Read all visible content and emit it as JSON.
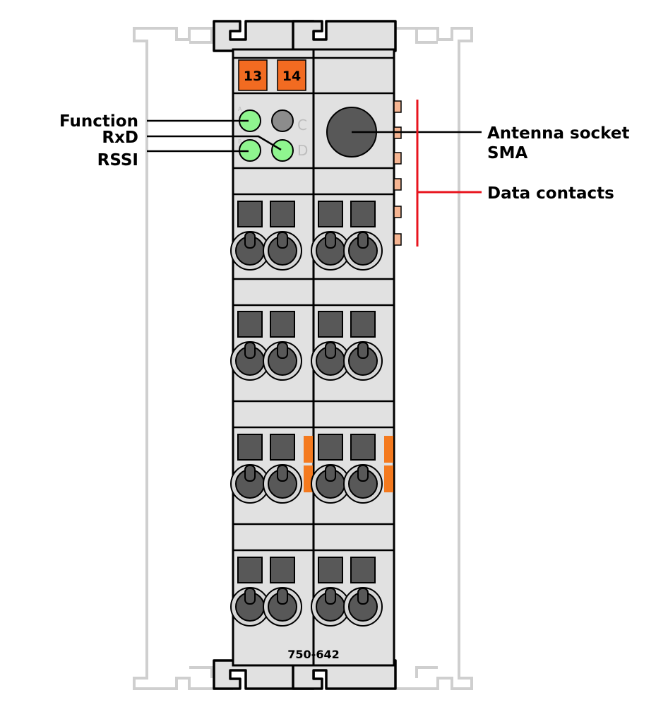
{
  "device": {
    "part_number": "750-642",
    "slot_numbers": [
      "13",
      "14"
    ],
    "led_letters": [
      "C",
      "D"
    ],
    "led_small_letters": [
      "A",
      "B"
    ]
  },
  "callouts": {
    "function": "Function",
    "rxd": "RxD",
    "rssi": "RSSI",
    "antenna_line1": "Antenna socket",
    "antenna_line2": "SMA",
    "data_contacts": "Data contacts"
  },
  "colors": {
    "housing": "#e1e1e1",
    "outline": "#000000",
    "slot_tab": "#f26b21",
    "led_green": "#8ff58f",
    "led_off": "#8c8c8c",
    "terminal_dark": "#585858",
    "data_contact": "#f6b592",
    "bracket_red": "#e8141e",
    "rail_ghost": "#cfcfcf"
  }
}
